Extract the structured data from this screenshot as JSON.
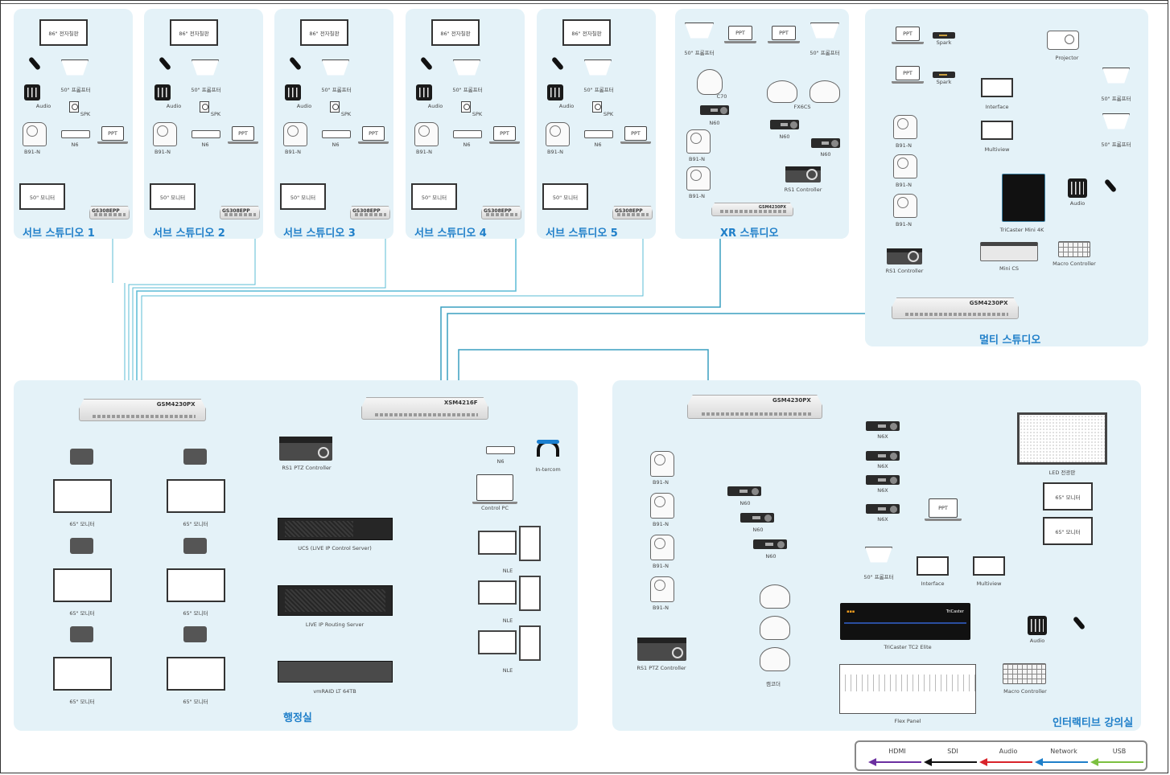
{
  "zones": {
    "sub1": {
      "title": "서브 스튜디오 1",
      "display": "86\" 전자칠판",
      "prompter": "50\" 프롬프터",
      "audio": "Audio",
      "speaker": "SPK",
      "ndi": "N6",
      "laptop": "PPT",
      "camera": "B91-N",
      "monitor": "50\" 모니터",
      "switch": "GS308EPP"
    },
    "sub2": {
      "title": "서브 스튜디오 2",
      "display": "86\" 전자칠판",
      "prompter": "50\" 프롬프터",
      "audio": "Audio",
      "speaker": "SPK",
      "ndi": "N6",
      "laptop": "PPT",
      "camera": "B91-N",
      "monitor": "50\" 모니터",
      "switch": "GS308EPP"
    },
    "sub3": {
      "title": "서브 스튜디오 3",
      "display": "86\" 전자칠판",
      "prompter": "50\" 프롬프터",
      "audio": "Audio",
      "speaker": "SPK",
      "ndi": "N6",
      "laptop": "PPT",
      "camera": "B91-N",
      "monitor": "50\" 모니터",
      "switch": "GS308EPP"
    },
    "sub4": {
      "title": "서브 스튜디오 4",
      "display": "86\" 전자칠판",
      "prompter": "50\" 프롬프터",
      "audio": "Audio",
      "speaker": "SPK",
      "ndi": "N6",
      "laptop": "PPT",
      "camera": "B91-N",
      "monitor": "50\" 모니터",
      "switch": "GS308EPP"
    },
    "sub5": {
      "title": "서브 스튜디오 5",
      "display": "86\" 전자칠판",
      "prompter": "50\" 프롬프터",
      "audio": "Audio",
      "speaker": "SPK",
      "ndi": "N6",
      "laptop": "PPT",
      "camera": "B91-N",
      "monitor": "50\" 모니터",
      "switch": "GS308EPP"
    },
    "xr": {
      "title": "XR 스튜디오",
      "prompter_left": "50\" 프롬프터",
      "prompter_right": "50\" 프롬프터",
      "laptop_left": "PPT",
      "laptop_right": "PPT",
      "camera_c70": "C70",
      "encoder_c70": "N60",
      "camera_fx6": "FX6CS",
      "encoder_fx6_a": "N60",
      "encoder_fx6_b": "N60",
      "ptz_a": "B91-N",
      "ptz_b": "B91-N",
      "controller": "RS1 Controller",
      "switch": "GSM4230PX"
    },
    "multi": {
      "title": "멀티 스튜디오",
      "laptop_a": "PPT",
      "spark_a": "Spark",
      "laptop_b": "PPT",
      "spark_b": "Spark",
      "projector": "Projector",
      "prompter_a": "50\" 프롬프터",
      "prompter_b": "50\" 프롬프터",
      "interface": "Interface",
      "multiview": "Multiview",
      "ptz_a": "B91-N",
      "ptz_b": "B91-N",
      "ptz_c": "B91-N",
      "tricaster": "TriCaster Mini 4K",
      "audio": "Audio",
      "minics": "Mini CS",
      "macro": "Macro Controller",
      "controller": "RS1 Controller",
      "switch": "GSM4230PX"
    },
    "admin": {
      "title": "행정실",
      "switch_a": "GSM4230PX",
      "switch_b": "XSM4216F",
      "monitors": [
        "65\" 모니터",
        "65\" 모니터",
        "65\" 모니터",
        "65\" 모니터",
        "65\" 모니터",
        "65\" 모니터"
      ],
      "ptz_controller": "RS1 PTZ Controller",
      "ucs": "UCS (LIVE IP Control Server)",
      "routing": "LIVE IP Routing Server",
      "raid": "vmRAID LT 64TB",
      "ndi": "N6",
      "intercom": "In-tercom",
      "control_pc": "Control PC",
      "nle": [
        "NLE",
        "NLE",
        "NLE"
      ]
    },
    "lecture": {
      "title": "인터랙티브 강의실",
      "switch": "GSM4230PX",
      "ptz": [
        "B91-N",
        "B91-N",
        "B91-N",
        "B91-N"
      ],
      "ptz_controller": "RS1 PTZ Controller",
      "n60": [
        "N60",
        "N60",
        "N60"
      ],
      "camcorder": "캠코더",
      "n6x": [
        "N6X",
        "N6X",
        "N6X",
        "N6X"
      ],
      "led": "LED 전광판",
      "monitor_a": "65\" 모니터",
      "monitor_b": "65\" 모니터",
      "laptop": "PPT",
      "prompter": "50\" 프롬프터",
      "interface": "Interface",
      "multiview": "Multiview",
      "tricaster": "TriCaster TC2 Elite",
      "tricaster_brand": "TriCaster",
      "audio": "Audio",
      "macro": "Macro Controller",
      "flex": "Flex Panel"
    }
  },
  "legend": [
    {
      "label": "HDMI",
      "color": "#6b2fa0"
    },
    {
      "label": "SDI",
      "color": "#111111"
    },
    {
      "label": "Audio",
      "color": "#d8232a"
    },
    {
      "label": "Network",
      "color": "#1f7fc9"
    },
    {
      "label": "USB",
      "color": "#7cc040"
    }
  ],
  "colors": {
    "zone_bg": "#e4f2f8",
    "zone_title": "#1f7fc9",
    "network": "#5bbcd6",
    "hdmi": "#7a5aa8",
    "audio": "#e0505a",
    "usb": "#8ccf60"
  }
}
